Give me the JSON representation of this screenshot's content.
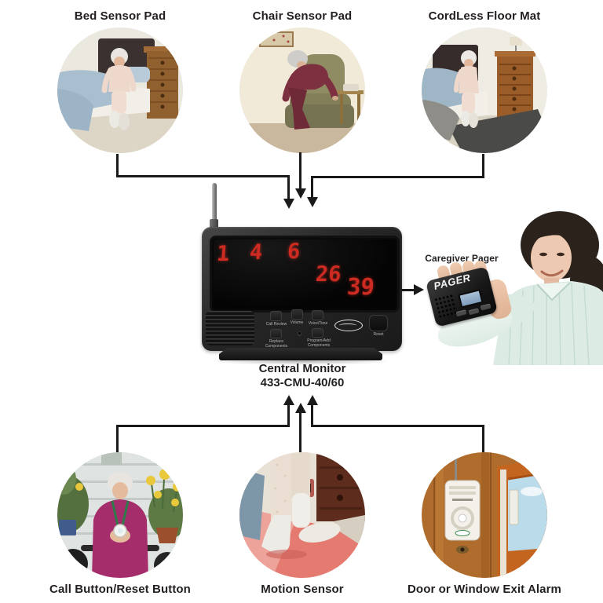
{
  "diagram": {
    "top_items": [
      {
        "label": "Bed Sensor Pad"
      },
      {
        "label": "Chair Sensor Pad"
      },
      {
        "label": "CordLess Floor Mat"
      }
    ],
    "bottom_items": [
      {
        "label": "Call Button/Reset Button"
      },
      {
        "label": "Motion Sensor"
      },
      {
        "label": "Door or Window Exit Alarm"
      }
    ],
    "monitor": {
      "name": "Central Monitor",
      "model": "433-CMU-40/60",
      "digits": [
        "1",
        "4",
        "6",
        "26",
        "39"
      ],
      "buttons": {
        "call_review": "Call Review",
        "volume": "Volume",
        "voice_tone": "Voice/Tone",
        "replace": "Replace Components",
        "program": "Program/Add Components",
        "reset": "Reset"
      },
      "led_color": "#cd2a21"
    },
    "pager": {
      "label": "Caregiver Pager",
      "device_text": "PAGER"
    },
    "icons": {
      "brand_logo": "smart-caregiver-oval-swoosh"
    },
    "arrow_color": "#1a1a1a"
  }
}
